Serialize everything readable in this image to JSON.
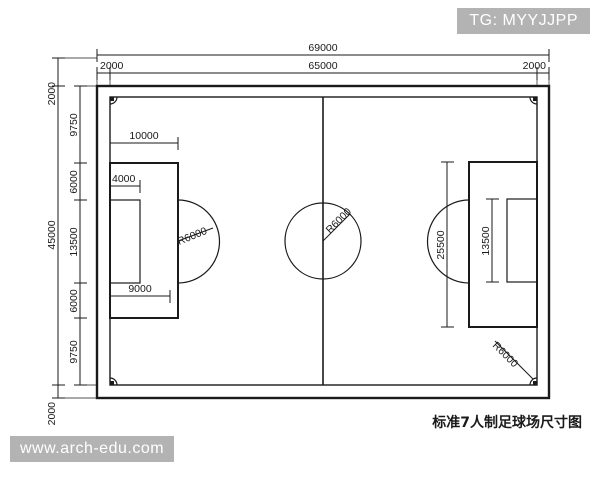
{
  "watermarks": {
    "top_right": "TG: MYYJJPP",
    "bottom_left": "www.arch-edu.com"
  },
  "caption": "标准7人制足球场尺寸图",
  "drawing": {
    "type": "technical-dimension-drawing",
    "subject": "7-a-side football pitch",
    "unit": "mm",
    "top_dimensions": {
      "overall": "69000",
      "playing_length": "65000",
      "left_runoff": "2000",
      "right_runoff": "2000"
    },
    "left_dimensions": {
      "overall": "45000",
      "top_runoff": "2000",
      "bottom_runoff": "2000",
      "chain": [
        "9750",
        "6000",
        "13500",
        "6000",
        "9750"
      ]
    },
    "left_goal_end": {
      "penalty_area_depth": "10000",
      "goal_area_depth": "4000",
      "goal_area_width_label": "9000",
      "arc_radius": "R6000"
    },
    "right_goal_end": {
      "penalty_area_width": "25500",
      "goal_area_width": "13500"
    },
    "centre_circle": {
      "radius": "R6000"
    },
    "corner_arc": {
      "radius": "R6000"
    },
    "colors": {
      "line": "#1a1a1a",
      "background": "#ffffff",
      "watermark_bg": "#b3b3b3",
      "watermark_text": "#ffffff"
    }
  }
}
